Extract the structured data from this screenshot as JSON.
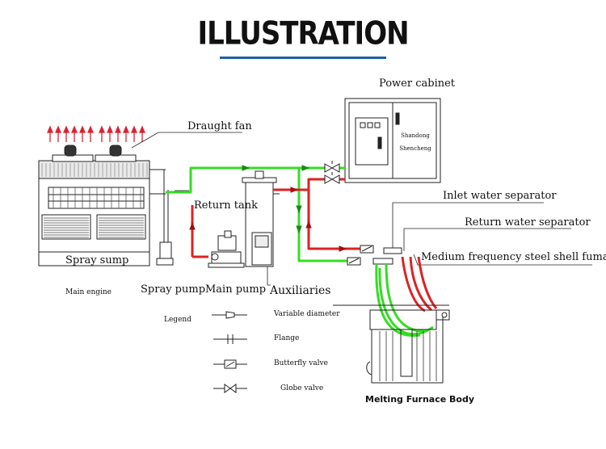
{
  "header": {
    "title": "ILLUSTRATION"
  },
  "labels": {
    "power_cabinet": "Power cabinet",
    "draught_fan": "Draught fan",
    "return_tank": "Return tank",
    "inlet_water_separator": "Inlet water separator",
    "return_water_separator": "Return water separator",
    "medium_frequency_furnace": "Medium frequency steel shell fumace",
    "spray_sump": "Spray sump",
    "main_engine": "Main engine",
    "spray_pump": "Spray pump",
    "main_pump": "Main pump",
    "auxiliaries": "Auxiliaries",
    "melting_furnace_body": "Melting Furnace Body"
  },
  "cabinet_text": {
    "line1": "Shandong",
    "line2": "Shencheng"
  },
  "legend": {
    "title": "Legend",
    "items": [
      {
        "label": "Variable diameter",
        "icon": "reducer-icon"
      },
      {
        "label": "Flange",
        "icon": "flange-icon"
      },
      {
        "label": "Butterfly valve",
        "icon": "butterfly-valve-icon"
      },
      {
        "label": "Globe valve",
        "icon": "globe-valve-icon"
      }
    ]
  },
  "colors": {
    "supply_pipe": "#33dd22",
    "return_pipe": "#dd2222",
    "rule": "#1f5fa8"
  }
}
